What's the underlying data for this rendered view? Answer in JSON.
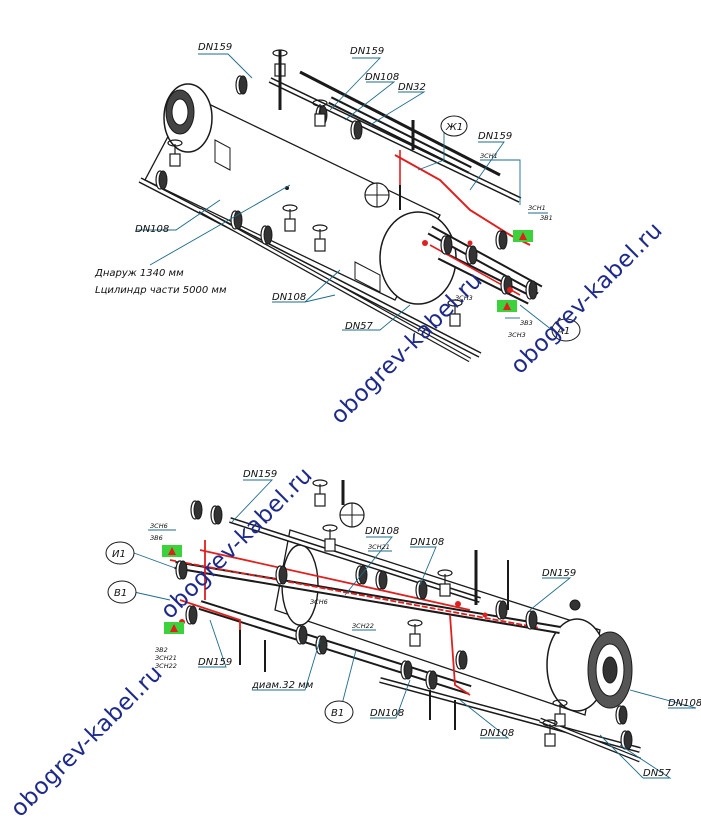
{
  "labels": {
    "dn159": "DN159",
    "dn108": "DN108",
    "dn32": "DN32",
    "dn57": "DN57",
    "outer_dia": "Днаруж 1340 мм",
    "cyl_len": "Lцилиндр части 5000 мм",
    "diam32": "диам.32 мм",
    "zh1": "Ж1",
    "a1": "А1",
    "i1": "И1",
    "v1": "В1"
  },
  "tags": {
    "zsn1": "ЗСН1",
    "zv1": "ЗВ1",
    "zsn3": "ЗСН3",
    "zv3": "ЗВ3",
    "zsn6": "ЗСН6",
    "zv6": "ЗВ6",
    "zsn21": "ЗСН21",
    "zsn22": "ЗСН22",
    "zv2": "ЗВ2"
  },
  "watermark": "obogrev-kabel.ru",
  "colors": {
    "line": "#1a1a1a",
    "leader": "#1d6b8a",
    "heat": "#e0201e",
    "marker": "#3bd23b",
    "watermark": "#1d2a8c"
  }
}
